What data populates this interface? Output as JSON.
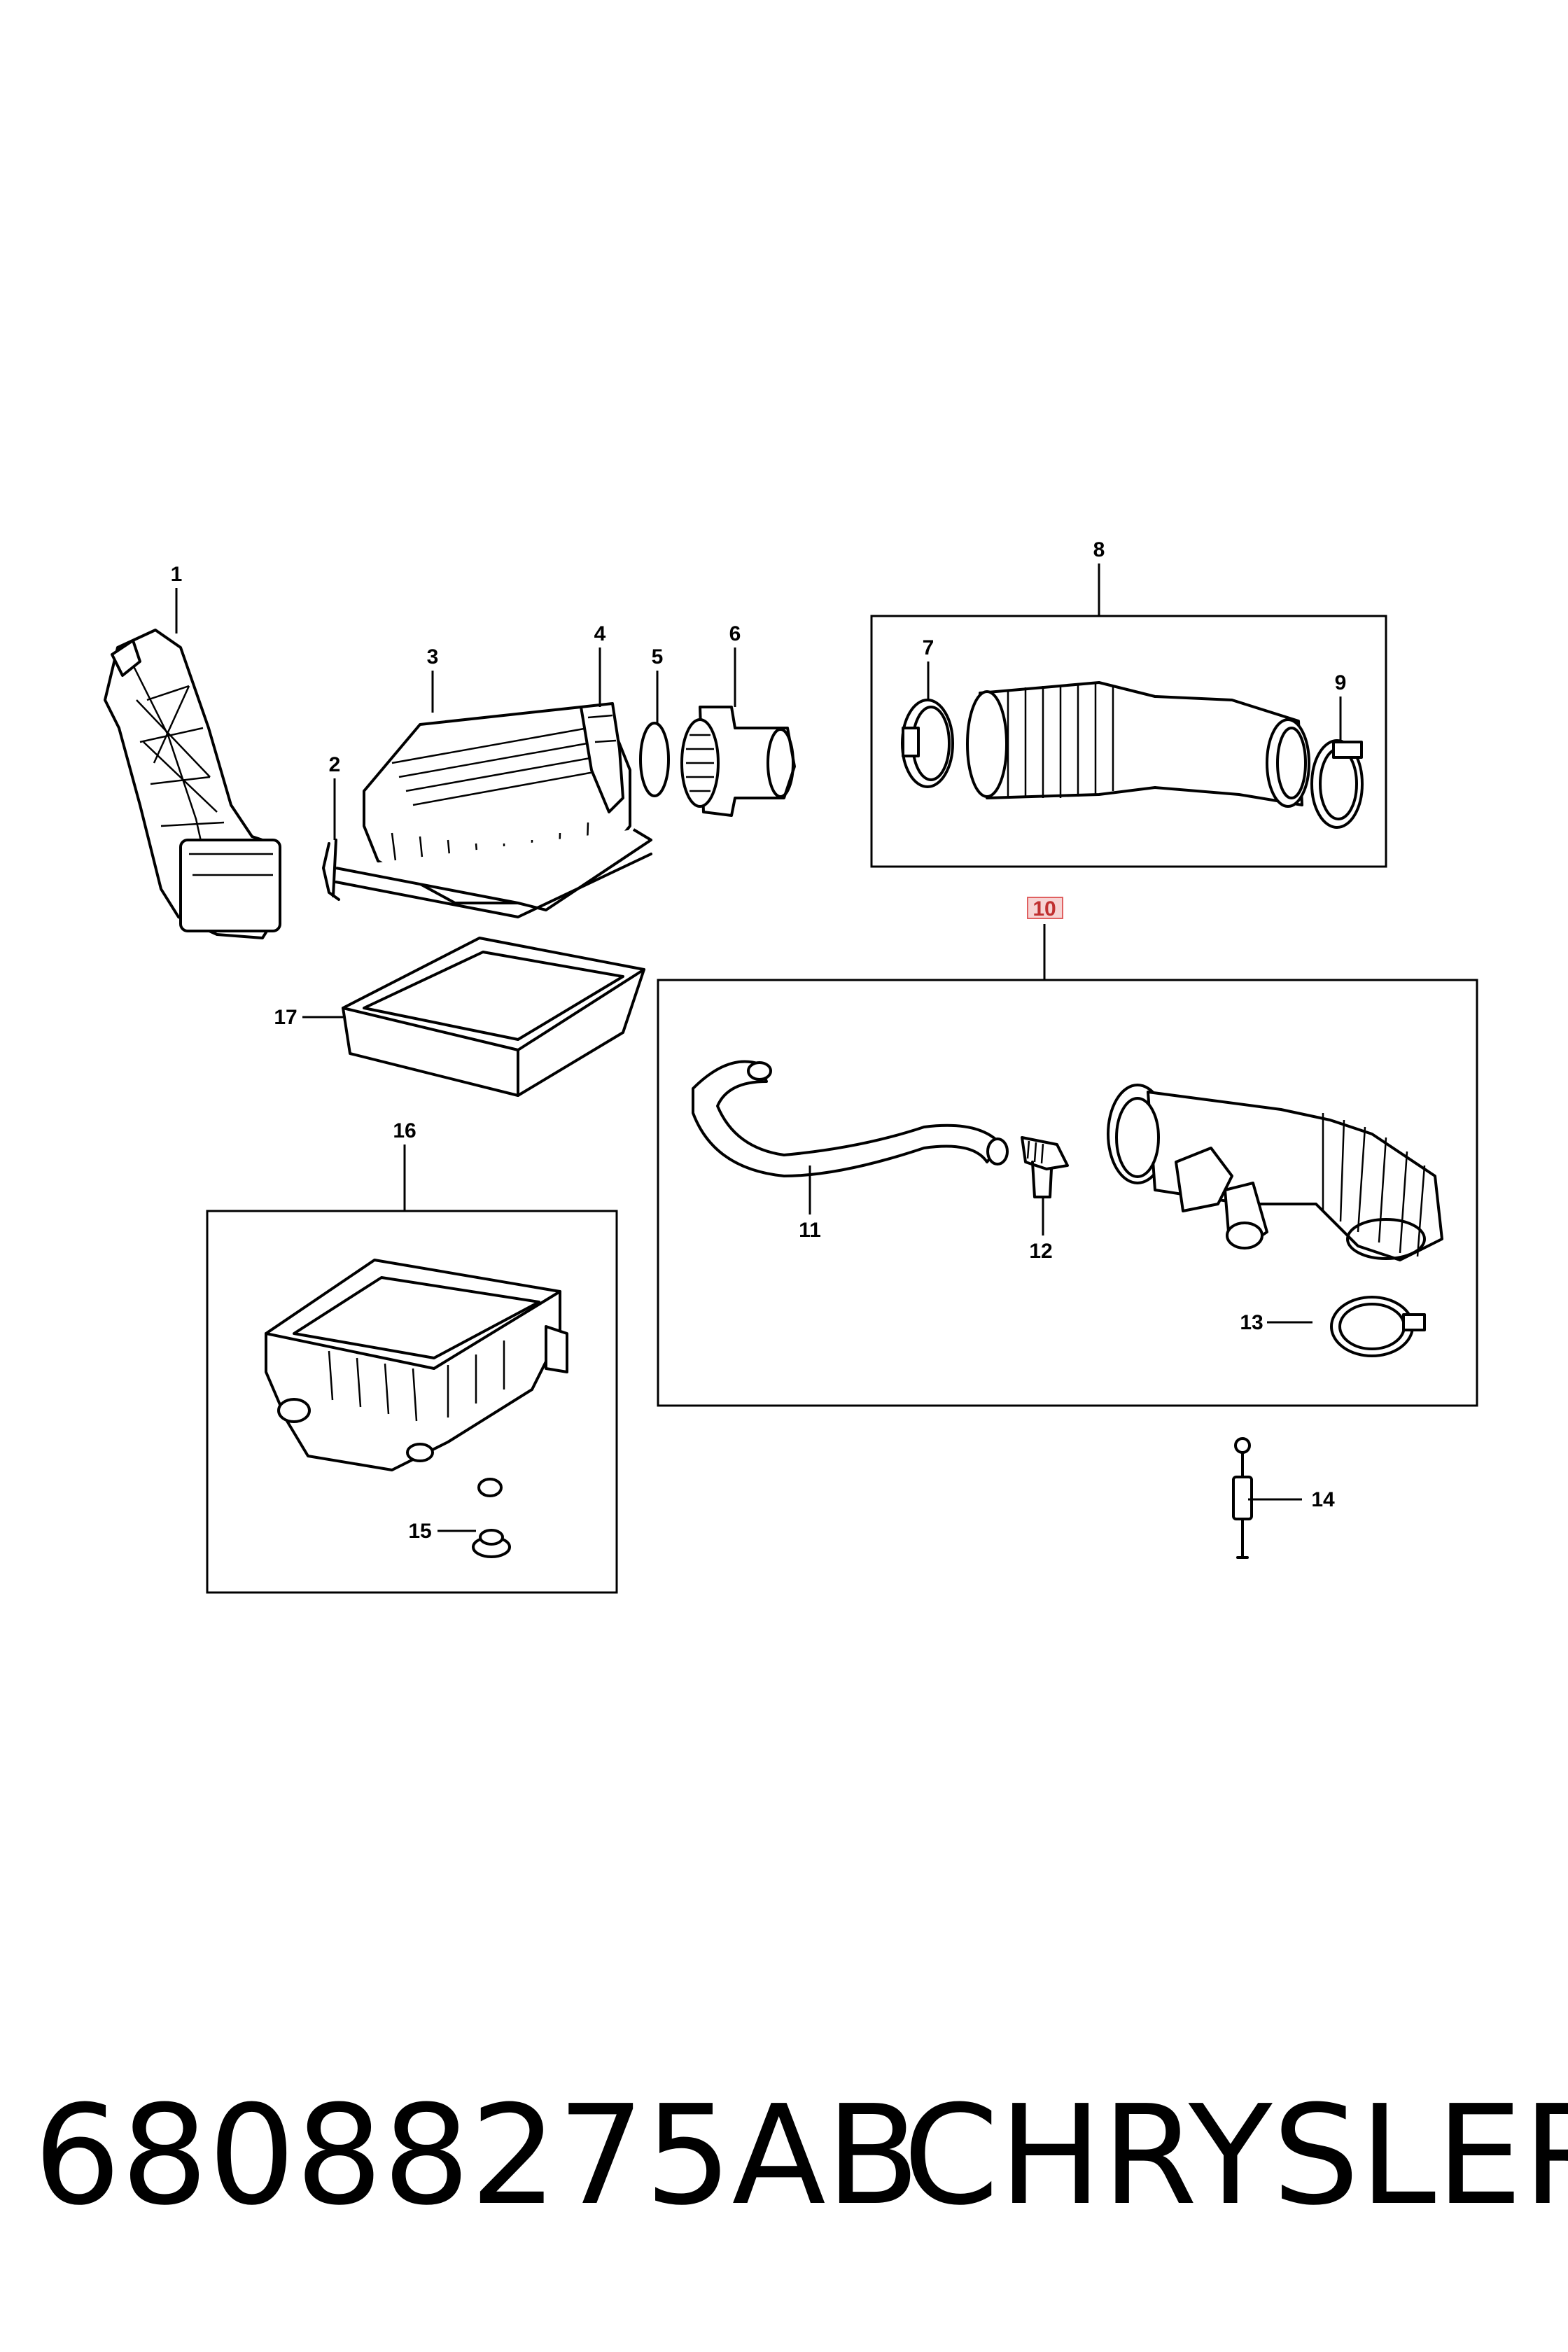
{
  "diagram": {
    "callouts": {
      "c1": "1",
      "c2": "2",
      "c3": "3",
      "c4": "4",
      "c5": "5",
      "c6": "6",
      "c7": "7",
      "c8": "8",
      "c9": "9",
      "c10": "10",
      "c11": "11",
      "c12": "12",
      "c13": "13",
      "c14": "14",
      "c15": "15",
      "c16": "16",
      "c17": "17"
    },
    "highlighted_callout": "10",
    "highlight_color": "#e06060"
  },
  "footer": {
    "part_number": "68088275AB",
    "brand": "CHRYSLER"
  }
}
